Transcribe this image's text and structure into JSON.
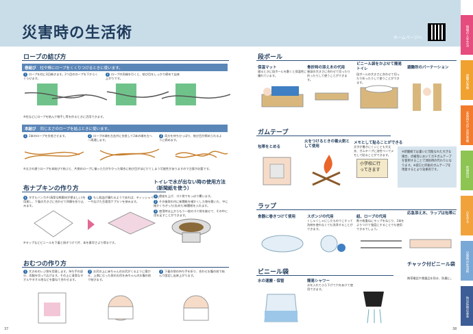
{
  "title": "災害時の生活術",
  "homepage": "ホームページへ",
  "rope": {
    "heading": "ロープの結び方",
    "bar1_title": "巻結び",
    "bar1_desc": "柱や棒にロープをくくりつけるときに使います。",
    "step1": "ロープを柱に2回巻きます。2つ目のロープを下からくぐらせます。",
    "step2": "ロープの両端を引くと、結び目をしっかり締めて出来上がりです。",
    "note1": "※柱などにロープを結んで物干し等を作るときに活用できます。",
    "bar2_title": "本結び",
    "bar2_desc": "同じ太さのロープを結ぶときに使います。",
    "s1": "2本のロープを交差させます。",
    "s2": "ロープの端を左右共に交差して2本の端を左へ一周通します。",
    "s3": "両方を持ちひっぱり、結び目が締められるように締めます。",
    "note2": "※太さの違うロープを本結びで結ぶと、片側のロープに偏った力がかかった場合に結び目がほどけてしまう可能性がありますので注意が必要です。"
  },
  "napkin": {
    "heading": "布ナプキンの作り方",
    "a": "タオルハンカチ(清潔な綿素材が望ましい)を用意し、下着の大きさに合わせて四隅を折り込みます。",
    "b": "もし経血が漏れるようであれば、ティッシュペーパーや広げた生理用ナプキンを挟みます。",
    "note": "※ラップなどビニールを下着と接ぎつけて片、本を素早さより得るです。"
  },
  "toilet": {
    "heading": "トイレで水が出ない時の使用方法（新聞紙を使う）",
    "a": "便座を上げ、ゴミ袋でをっぽり覆います。",
    "b": "その後袋の内に新聞紙を細かくした物を敷いた、中に細かくちぎった(丸めた)新聞紙を入れます。",
    "c": "使用時は上からもう一枚のゴミ袋を被せて、その中に用を足すことができます。"
  },
  "diaper": {
    "heading": "おむつの作り方",
    "a": "大きめのレジ袋を用意します。持ち手の部分、両脇を切って広げます。その上に清潔なタオルやタオル地などを重ねて合わせます。",
    "b": "お尻の上に赤ちゃんのお尻がくるように寝かせ、上側にむった袋のお尻を赤ちゃんのお腹の前で結びます。",
    "c": "下着の袋の持ち手を折り、合わせお腹の前で結んで固定し出来上がります。"
  },
  "cardboard": {
    "heading": "段ボール",
    "items": [
      {
        "title": "保温マット",
        "desc": "寝るときに段ボールを敷くと保温性に優れています。"
      },
      {
        "title": "骨折時の添え木の代用",
        "desc": "患部の大きさに合わせて切ったり折ったりして使うことができます。"
      },
      {
        "title": "ビニール袋をかぶせて簡易トイレ",
        "desc": "段ボールの大きさに合わせて切ったり折ったりして使うことができます。"
      },
      {
        "title": "避難所のパーテーション",
        "desc": ""
      }
    ]
  },
  "tape": {
    "heading": "ガムテープ",
    "items": [
      {
        "title": "包帯をとめる",
        "desc": ""
      },
      {
        "title": "火をつけるときの着火剤として使用",
        "desc": ""
      },
      {
        "title": "メモとして貼ることができる",
        "desc": "文字が書きにくいことも大丈夫、ガムテープに油性ペンでメモして貼ることができます。"
      }
    ],
    "sign": "小学校に行ってきます",
    "note": "※新聞紙では書いた可能なれた大きな場合、点検等においてガチガムテープを使用することで消防用の代わりになります。※袋口と四角のガムテープを用意するとより効果的です。"
  },
  "wrap": {
    "heading": "ラップ",
    "items": [
      {
        "title": "食器に巻きつけて使用",
        "desc": ""
      },
      {
        "title": "スポンジの代用",
        "desc": "くしゃくしゃにしたものでこすって洗剤を使わなくても洗浄することができます。"
      },
      {
        "title": "紐、ロープの代用",
        "desc": "数十枚重ねにラップをねじり、2本をよりつけて強度にすることでも使用できるでしょう。"
      },
      {
        "title": "応急添え木、ラップは包帯に",
        "desc": ""
      }
    ]
  },
  "vinyl": {
    "heading": "ビニール袋",
    "items": [
      {
        "title": "水の運搬・保管",
        "desc": ""
      },
      {
        "title": "簡易シャワー",
        "desc": "水を入れてぶら下げて穴をあけて使用できます。"
      }
    ]
  },
  "ziplock": {
    "heading": "チャック付ビニール袋",
    "desc": "携帯電話や貴重品を防水、防塵に。"
  },
  "tabs": [
    {
      "label": "情報の入手方法",
      "color": "#e64c7d"
    },
    {
      "label": "避難の準備",
      "color": "#f0a12f"
    },
    {
      "label": "非常持ち出し品の準備",
      "color": "#f27c2c"
    },
    {
      "label": "地域防災",
      "color": "#8dc452"
    },
    {
      "label": "心を守る",
      "color": "#f2a23b"
    },
    {
      "label": "災害時の生活術",
      "color": "#7aa8d6"
    },
    {
      "label": "防災技術の基本",
      "color": "#3d5d96"
    }
  ],
  "page_left": "37",
  "page_right": "38"
}
